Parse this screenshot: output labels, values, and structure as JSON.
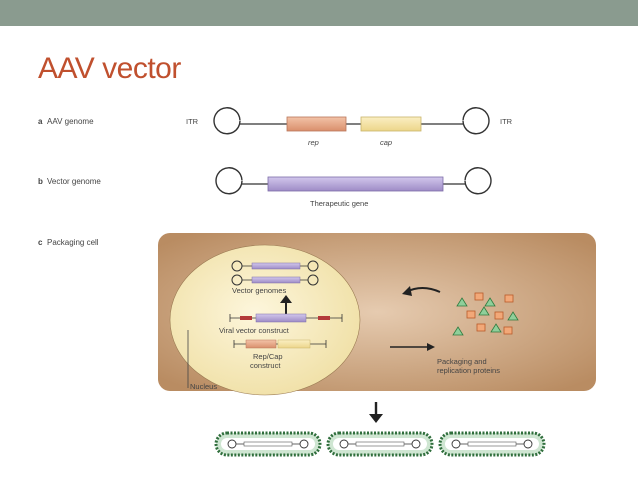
{
  "slide": {
    "title": "AAV vector"
  },
  "diagram": {
    "panel_a": {
      "letter": "a",
      "label": "AAV genome",
      "itr_left": "ITR",
      "itr_right": "ITR",
      "rep": "rep",
      "cap": "cap"
    },
    "panel_b": {
      "letter": "b",
      "label": "Vector genome",
      "gene": "Therapeutic gene"
    },
    "panel_c": {
      "letter": "c",
      "label": "Packaging cell",
      "vector_genomes": "Vector genomes",
      "viral_vector_construct": "Viral vector construct",
      "repcap_line1": "Rep/Cap",
      "repcap_line2": "construct",
      "proteins_line1": "Packaging and",
      "proteins_line2": "replication proteins",
      "nucleus": "Nucleus"
    },
    "colors": {
      "rep": "#e9a98a",
      "cap": "#f6e3a3",
      "gene": "#b7a8d6",
      "cell": "#c9a07a",
      "nucleus": "#f7ecc4",
      "capsid": "#5a9a6a"
    }
  }
}
